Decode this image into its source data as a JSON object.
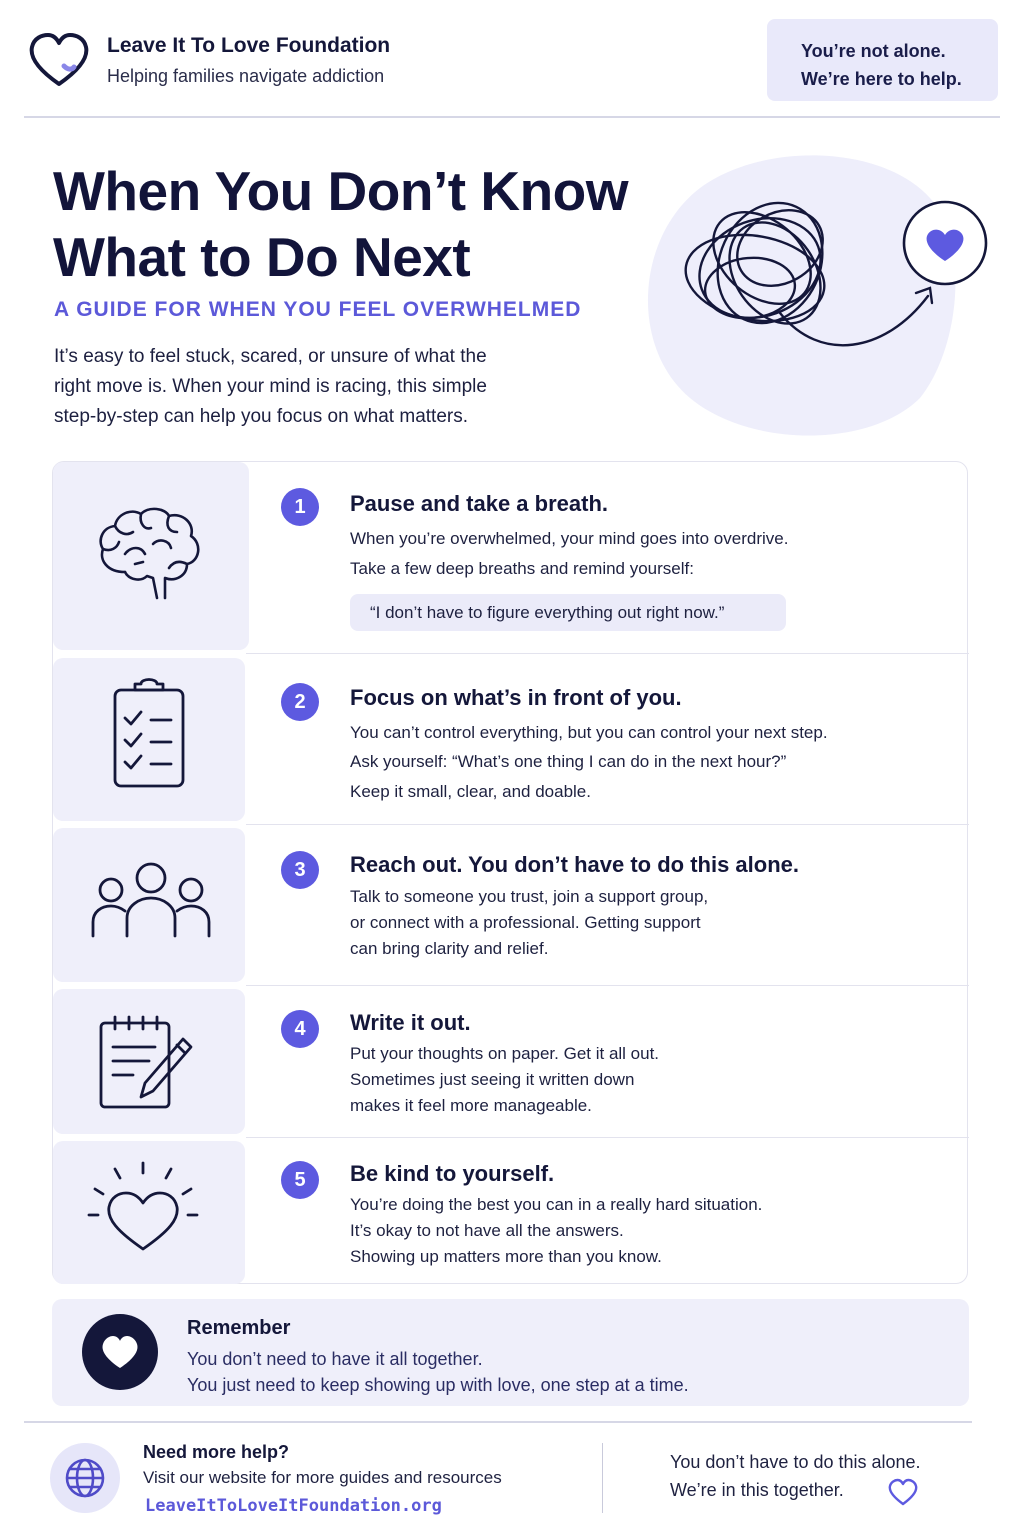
{
  "header": {
    "brand_name": "Leave It To Love Foundation",
    "brand_tagline": "Helping families navigate addiction",
    "help_line1": "You’re not alone.",
    "help_line2": "We’re here to help."
  },
  "hero": {
    "title_line1": "When You Don’t Know",
    "title_line2": "What to Do Next",
    "subtitle": "A GUIDE FOR WHEN YOU FEEL OVERWHELMED",
    "intro_line1": "It’s easy to feel stuck, scared, or unsure of what the",
    "intro_line2": "right move is. When your mind is racing, this simple",
    "intro_line3": "step-by-step can help you focus on what matters."
  },
  "steps": [
    {
      "number": "1",
      "icon": "brain-icon",
      "title": "Pause and take a breath.",
      "lines": [
        "When you’re overwhelmed, your mind goes into overdrive.",
        "Take a few deep breaths and remind yourself:"
      ],
      "quote": "“I don’t have to figure everything out right now.”"
    },
    {
      "number": "2",
      "icon": "clipboard-checklist-icon",
      "title": "Focus on what’s in front of you.",
      "lines": [
        "You can’t control everything, but you can control your next step.",
        "Ask yourself: “What’s one thing I can do in the next hour?”",
        "Keep it small, clear, and doable."
      ]
    },
    {
      "number": "3",
      "icon": "people-group-icon",
      "title": "Reach out. You don’t have to do this alone.",
      "lines": [
        "Talk to someone you trust, join a support group,",
        "or connect with a professional. Getting support",
        "can bring clarity and relief."
      ]
    },
    {
      "number": "4",
      "icon": "notepad-pen-icon",
      "title": "Write it out.",
      "lines": [
        "Put your thoughts on paper. Get it all out.",
        "Sometimes just seeing it written down",
        "makes it feel more manageable."
      ]
    },
    {
      "number": "5",
      "icon": "glowing-heart-icon",
      "title": "Be kind to yourself.",
      "lines": [
        "You’re doing the best you can in a really hard situation.",
        "It’s okay to not have all the answers.",
        "Showing up matters more than you know."
      ]
    }
  ],
  "remember": {
    "title": "Remember",
    "line1": "You don’t need to have it all together.",
    "line2": "You just need to keep showing up with love, one step at a time."
  },
  "footer": {
    "help_title": "Need more help?",
    "help_line": "Visit our website for more guides and resources",
    "url": "LeaveItToLoveItFoundation.org",
    "right_line1": "You don’t have to do this alone.",
    "right_line2": "We’re in this together."
  },
  "colors": {
    "navy": "#14173a",
    "accent": "#5d5ae0",
    "tint": "#efeffa"
  }
}
